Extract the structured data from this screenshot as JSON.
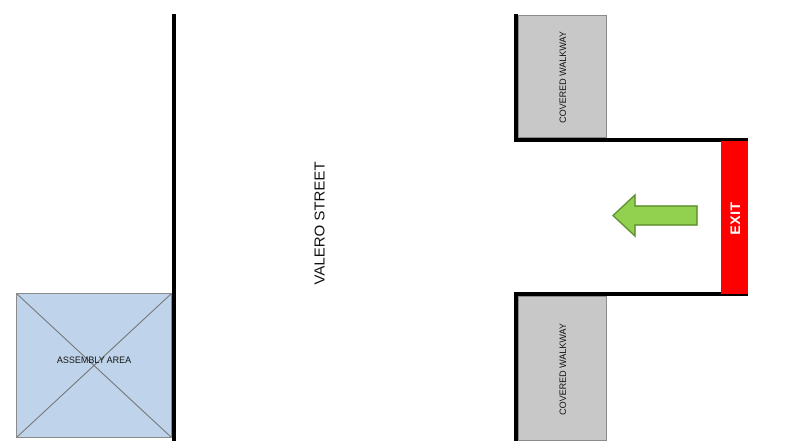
{
  "diagram": {
    "street_label": "VALERO STREET",
    "assembly_area_label": "ASSEMBLY AREA",
    "covered_walkway_top_label": "COVERED WALKWAY",
    "covered_walkway_bottom_label": "COVERED WALKWAY",
    "exit_label": "EXIT",
    "arrow_icon": "left-arrow-icon",
    "assembly_icon": "x-cross-icon"
  },
  "colors": {
    "assembly_fill": "#bfd4eb",
    "walkway_fill": "#c8c8c8",
    "exit_fill": "#ff0000",
    "arrow_fill": "#92d050",
    "arrow_stroke": "#5f8f2f",
    "wall": "#000000"
  }
}
